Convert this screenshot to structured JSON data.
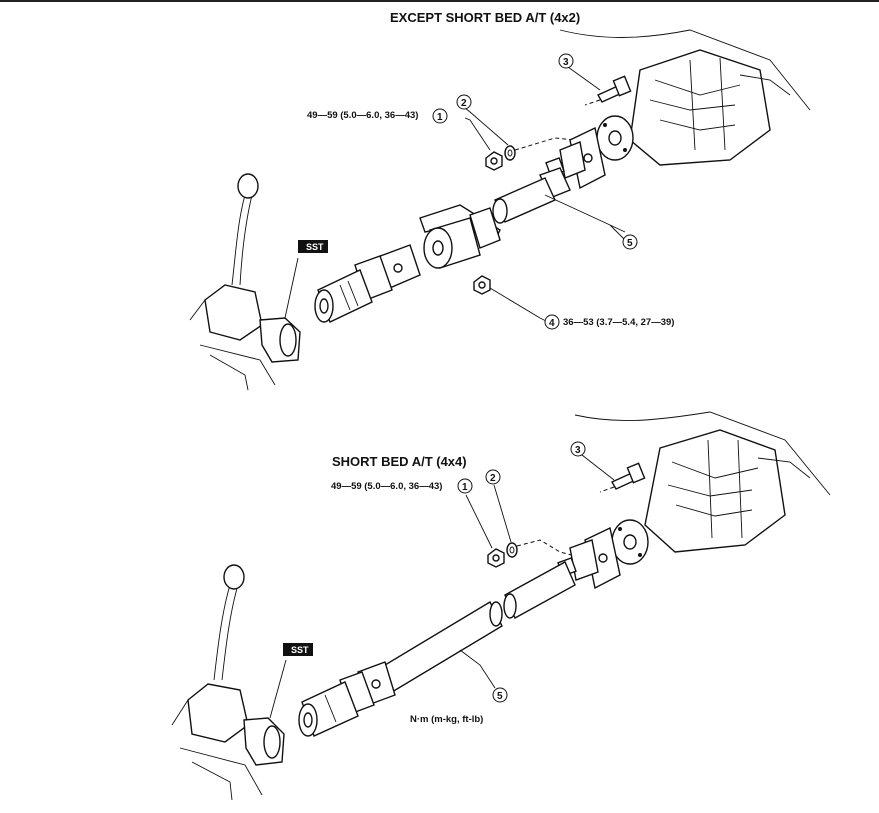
{
  "top": {
    "title": "EXCEPT SHORT BED A/T (4x2)",
    "spec_1": "49—59 (5.0—6.0, 36—43)",
    "spec_4": "36—53 (3.7—5.4, 27—39)",
    "callouts": [
      "1",
      "2",
      "3",
      "4",
      "5"
    ],
    "sst_label": "SST"
  },
  "bottom": {
    "title": "SHORT BED A/T (4x4)",
    "spec_1": "49—59 (5.0—6.0, 36—43)",
    "callouts": [
      "1",
      "2",
      "3",
      "5"
    ],
    "sst_label": "SST",
    "units_note": "N·m (m-kg, ft-lb)"
  }
}
